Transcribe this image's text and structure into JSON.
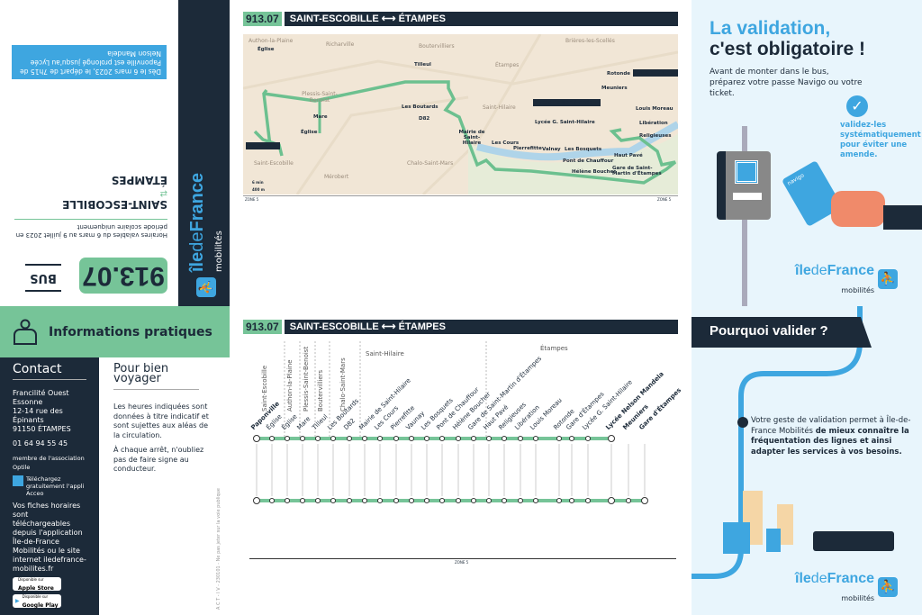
{
  "cover": {
    "notice": "Dès le 6 mars 2023, le départ de 7h15 de Paponville est prolongé jusqu'au Lycée Nelson Mandela",
    "from": "SAINT-ESCOBILLE",
    "to": "ÉTAMPES",
    "validity": "Horaires valables du 6 mars au 9 juillet 2023 en période scolaire uniquement",
    "mode": "BUS",
    "line": "913.07"
  },
  "brand": {
    "ile": "île",
    "de": "de",
    "france": "France",
    "mobilites": "mobilités"
  },
  "info": {
    "title": "Informations pratiques"
  },
  "contact": {
    "title": "Contact",
    "company": "Francilité Ouest Essonne",
    "street": "12-14 rue des Épinants",
    "city": "91150 ÉTAMPES",
    "phone": "01 64 94 55 45",
    "member": "membre de l'association Optile",
    "acceo": "Téléchargez gratuitement l'appli Acceo",
    "download": "Vos fiches horaires sont téléchargeables depuis l'application Île-de-France Mobilités ou le site internet iledefrance-mobilites.fr",
    "apple_small": "Disponible sur",
    "apple": "Apple Store",
    "google_small": "Disponible sur",
    "google": "Google Play"
  },
  "voyage": {
    "title": "Pour bien voyager",
    "p1": "Les heures indiquées sont données à titre indicatif et sont sujettes aux aléas de la circulation.",
    "p2": "À chaque arrêt, n'oubliez pas de faire signe au conducteur.",
    "footer": "A C T - I V - 230101 - Ne pas jeter sur la voie publique"
  },
  "map": {
    "line": "913.07",
    "title": "SAINT-ESCOBILLE ⟷ ÉTAMPES",
    "towns": [
      "Authon-la-Plaine",
      "Richarville",
      "Boutervilliers",
      "Brières-les-Scellés",
      "Étampes",
      "Plessis-Saint-Benoist",
      "Saint-Hilaire",
      "Chalo-Saint-Mars",
      "Saint-Escobille",
      "Mérobert"
    ],
    "stops": [
      "Église",
      "Tilleul",
      "Mare",
      "Les Boutards",
      "D82",
      "Église",
      "Mairie de Saint-Hilaire",
      "Les Cours",
      "Pierrefitte",
      "Valnay",
      "Les Bosquets",
      "Pont de Chauffour",
      "Hélène Boucher",
      "Gare de Saint-Martin d'Étampes",
      "Haut Pavé",
      "Religieuses",
      "Libération",
      "Louis Moreau",
      "Meuniers",
      "Rotonde",
      "Lycée G. Saint-Hilaire"
    ],
    "terminus": [
      "Paponville",
      "Lycée Nelson Mandela",
      "Gare d'Étampes"
    ],
    "scale": "400 m",
    "walk": "6 min",
    "zone_left": "ZONE 5",
    "zone_right": "ZONE 5"
  },
  "diagram": {
    "line": "913.07",
    "title": "SAINT-ESCOBILLE ⟷ ÉTAMPES",
    "communes_vertical": [
      "Saint-Escobille",
      "Authon-la-Plaine",
      "Plessis-Saint-Benoist",
      "Boutervilliers",
      "Chalo-Saint-Mars"
    ],
    "communes_horizontal": [
      "Saint-Hilaire",
      "Étampes"
    ],
    "stops": [
      "Paponville",
      "Église",
      "Église",
      "Mare",
      "Tilleul",
      "Les Boutards",
      "D82",
      "Mairie de Saint-Hilaire",
      "Les Cours",
      "Pierrefitte",
      "Vaunay",
      "Les Bosquets",
      "Pont de Chauffour",
      "Hélène Boucher",
      "Gare de Saint-Martin d'Étampes",
      "Haut Pavé",
      "Religieuses",
      "Libération",
      "Louis Moreau",
      "Rotonde",
      "Gare d'Étampes",
      "Lycée G. Saint-Hilaire",
      "Lycée Nelson Mandela",
      "Meuniers",
      "Gare d'Étampes"
    ],
    "zone": "ZONE 5"
  },
  "validation": {
    "title1": "La validation,",
    "title2": "c'est obligatoire !",
    "intro": "Avant de monter dans le bus, préparez votre passe Navigo ou votre ticket.",
    "tip": "validez-les systématiquement pour éviter une amende.",
    "card": "navigo"
  },
  "why": {
    "title": "Pourquoi valider ?",
    "text1": "Votre geste de validation permet à Île-de-France Mobilités",
    "text2": "de mieux connaître la fréquentation des lignes et ainsi adapter les services à vos besoins."
  },
  "colors": {
    "navy": "#1c2a39",
    "green": "#76c498",
    "blue": "#3ea6e0"
  }
}
